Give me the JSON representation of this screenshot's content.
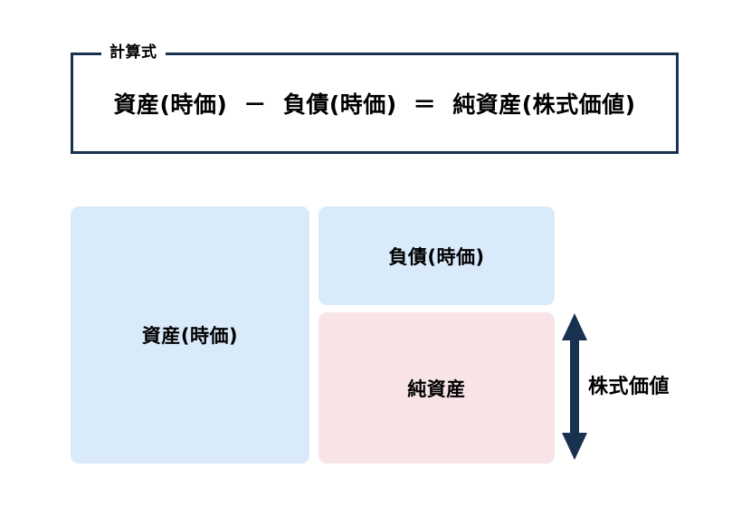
{
  "diagram": {
    "formula_panel": {
      "legend": "計算式",
      "terms": {
        "assets": "資産(時価)",
        "minus_operator": "－",
        "liabilities": "負債(時価)",
        "equals_operator": "＝",
        "net_assets": "純資産(株式価値)"
      },
      "border_color": "#17314f"
    },
    "blocks": [
      {
        "id": "assets",
        "label": "資産(時価)",
        "fill_color": "#d9eafb"
      },
      {
        "id": "liabilities",
        "label": "負債(時価)",
        "fill_color": "#d9eafb"
      },
      {
        "id": "net-worth",
        "label": "純資産",
        "fill_color": "#f8e3e7"
      }
    ],
    "annotation": {
      "arrow_label": "株式価値",
      "arrow_color": "#17314f",
      "arrow_type": "double-headed-vertical"
    }
  }
}
